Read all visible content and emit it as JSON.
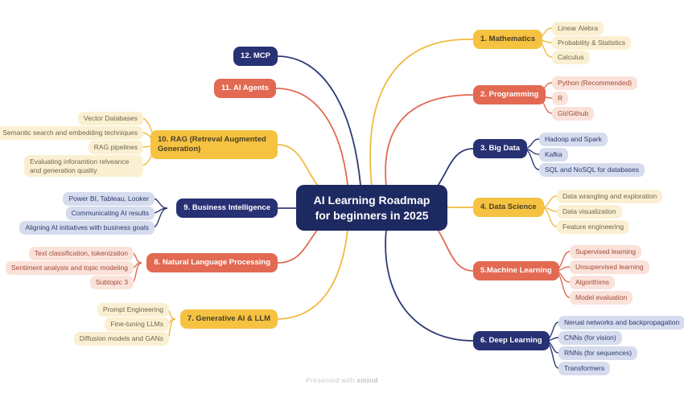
{
  "title": {
    "line1": "AI Learning Roadmap",
    "line2": "for beginners in 2025"
  },
  "watermark": {
    "prefix": "Presented with ",
    "brand": "xmind"
  },
  "colors": {
    "center_bg": "#1d2961",
    "navy": "#273173",
    "coral": "#e26952",
    "yellow": "#f6c241",
    "navy_light": "#d6dcee",
    "coral_light": "#fae2da",
    "yellow_light": "#faf0d1",
    "background": "#ffffff"
  },
  "branches": {
    "mathematics": {
      "label": "1. Mathematics",
      "children": [
        "Linear Alebra",
        "Probability & Statistics",
        "Calculus"
      ]
    },
    "programming": {
      "label": "2. Programming",
      "children": [
        "Python (Recommended)",
        "R",
        "Git/Github"
      ]
    },
    "big_data": {
      "label": "3. Big Data",
      "children": [
        "Hadoop and Spark",
        "Kafka",
        "SQL and NoSQL for databases"
      ]
    },
    "data_science": {
      "label": "4. Data Science",
      "children": [
        "Data wrangling and exploration",
        "Data visualization",
        "Feature engineering"
      ]
    },
    "machine_learning": {
      "label": "5.Machine Learning",
      "children": [
        "Supervised learning",
        "Unsupervised learning",
        "Algorithims",
        "Model evaluation"
      ]
    },
    "deep_learning": {
      "label": "6. Deep Learning",
      "children": [
        "Nerual networks and backpropagation",
        "CNNs (for vision)",
        "RNNs (for sequences)",
        "Transformers"
      ]
    },
    "generative_ai": {
      "label": "7. Generative AI & LLM",
      "children": [
        "Prompt Engineering",
        "Fine-tuning LLMs",
        "Diffusion models and GANs"
      ]
    },
    "nlp": {
      "label": "8. Natural Language Processing",
      "children": [
        "Text classification, tokenization",
        "Sentiment analysis and topic modeling",
        "Subtopic 3"
      ]
    },
    "business_intelligence": {
      "label": "9. Business Intelligence",
      "children": [
        "Power BI, Tableau, Looker",
        "Communicating AI results",
        "Aligning AI initiatives with business goals"
      ]
    },
    "rag": {
      "label": "10. RAG (Retreval Augmented Generation)",
      "children": [
        "Vector Databases",
        "Semantic search and embedding techniques",
        "RAG pipelines",
        "Evaluating inforamtion relveance and generation quality"
      ]
    },
    "ai_agents": {
      "label": "11. AI Agents",
      "children": []
    },
    "mcp": {
      "label": "12. MCP",
      "children": []
    }
  }
}
